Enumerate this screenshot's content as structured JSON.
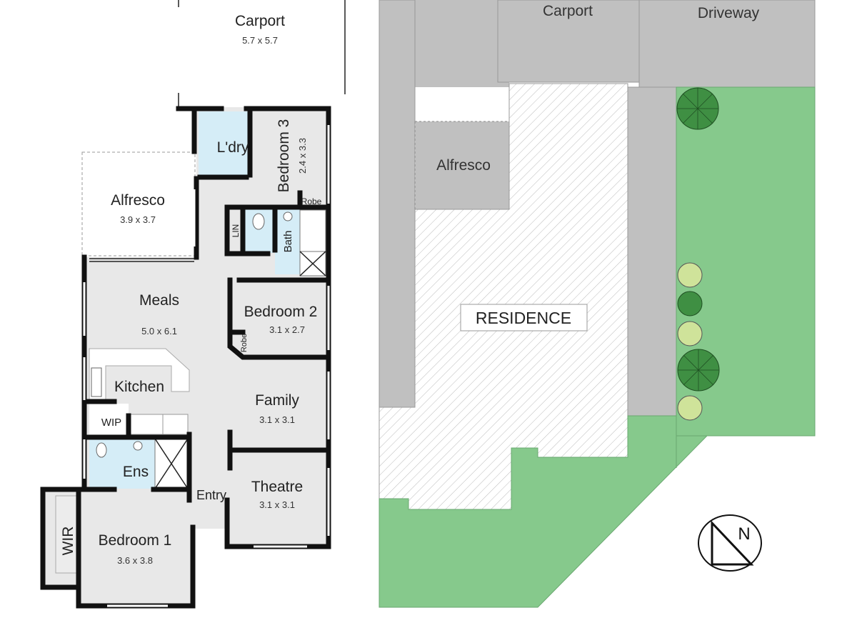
{
  "floor_plan": {
    "rooms": [
      {
        "name": "Carport",
        "dims": "5.7 x 5.7"
      },
      {
        "name": "Alfresco",
        "dims": "3.9 x 3.7"
      },
      {
        "name": "Meals",
        "dims": "5.0 x 6.1"
      },
      {
        "name": "Bedroom 3",
        "dims": "2.4 x 3.3"
      },
      {
        "name": "Bedroom 2",
        "dims": "3.1 x 2.7"
      },
      {
        "name": "Family",
        "dims": "3.1 x 3.1"
      },
      {
        "name": "Theatre",
        "dims": "3.1 x 3.1"
      },
      {
        "name": "Bedroom 1",
        "dims": "3.6 x 3.8"
      }
    ],
    "labels": {
      "laundry": "L'dry",
      "linen": "LIN",
      "bath": "Bath",
      "robe_bed3": "Robe",
      "robe_bed2": "Robe",
      "kitchen": "Kitchen",
      "wip": "WIP",
      "ensuite": "Ens",
      "entry": "Entry",
      "wir": "WIR"
    }
  },
  "site_plan": {
    "carport": "Carport",
    "driveway": "Driveway",
    "alfresco": "Alfresco",
    "residence": "RESIDENCE",
    "north": "N"
  },
  "colors": {
    "floor": "#e8e8e8",
    "tile": "#d5edf7",
    "site_gray": "#c0c0c0",
    "lawn": "#86c98c",
    "tree_dark": "#3f8f43",
    "tree_light": "#cfe39a"
  }
}
